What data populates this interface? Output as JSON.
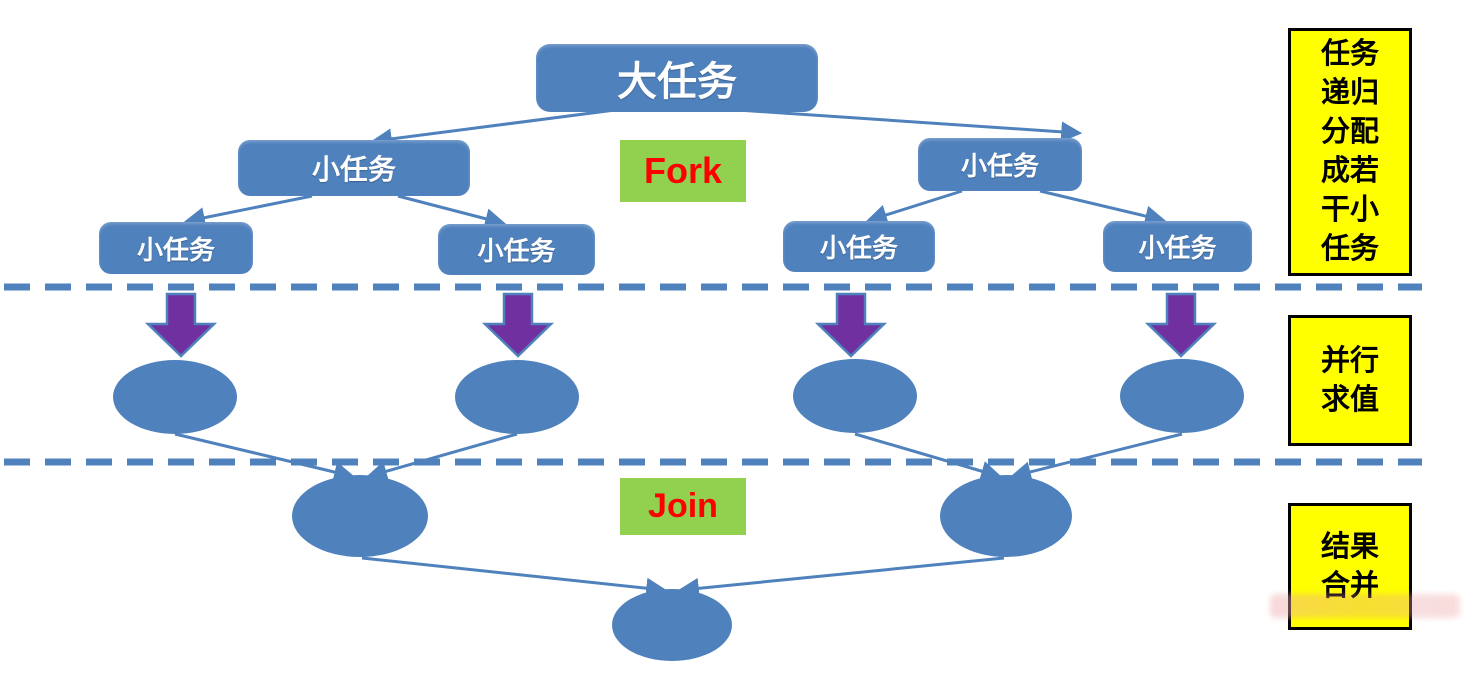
{
  "nodes": {
    "big_task": "大任务",
    "small_task": "小任务"
  },
  "stages": {
    "fork": "Fork",
    "join": "Join"
  },
  "notes": {
    "fork_phase": [
      "任务",
      "递归",
      "分配",
      "成若",
      "干小",
      "任务"
    ],
    "parallel_phase": [
      "并行",
      "求值"
    ],
    "merge_phase": [
      "结果",
      "合并"
    ]
  },
  "colors": {
    "node_blue": "#4F81BD",
    "stage_green": "#92D050",
    "stage_text_red": "#FF0000",
    "note_yellow": "#FFFF00",
    "note_border_black": "#000000",
    "arrow_purple": "#7030A0",
    "line_blue": "#4F81BD"
  }
}
